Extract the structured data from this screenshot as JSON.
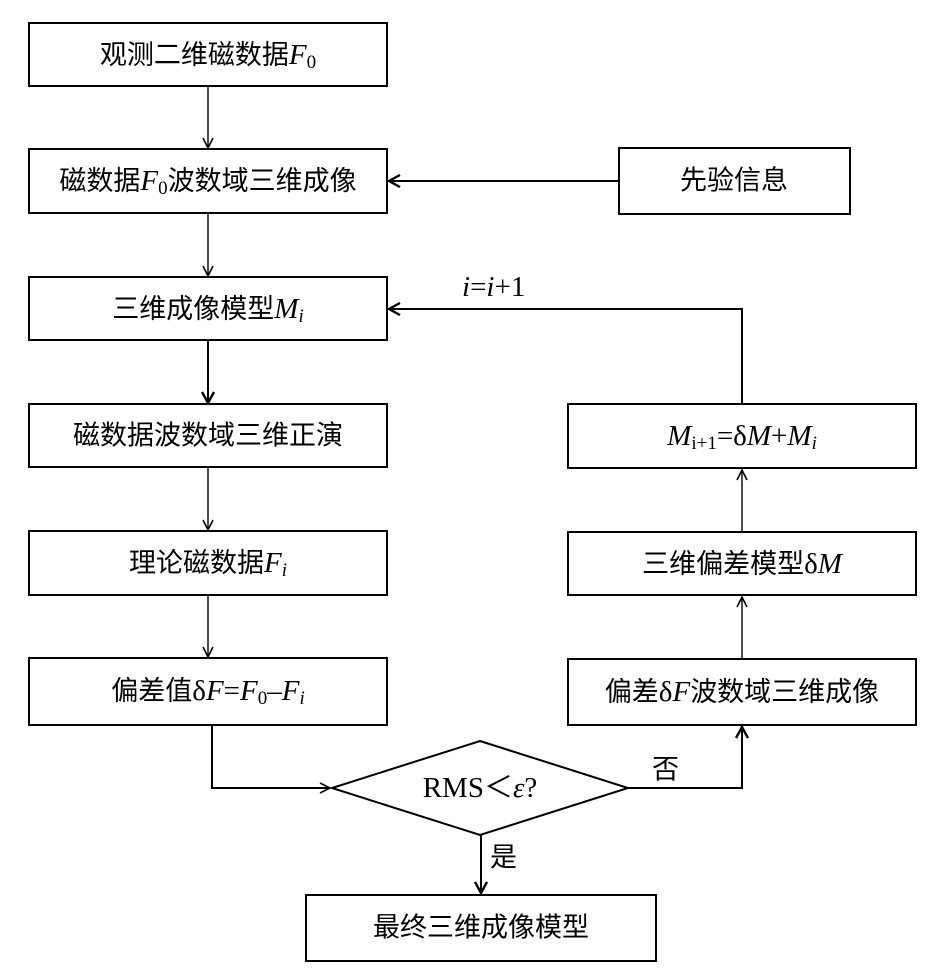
{
  "nodes": {
    "observe": {
      "text": "观测二维磁数据",
      "var": "F",
      "sub": "0"
    },
    "imaging": {
      "pre": "磁数据",
      "var": "F",
      "sub": "0",
      "post": "波数域三维成像"
    },
    "prior": {
      "text": "先验信息"
    },
    "model": {
      "text": "三维成像模型",
      "var": "M",
      "sub": "i"
    },
    "forward": {
      "text": "磁数据波数域三维正演"
    },
    "theory": {
      "text": "理论磁数据",
      "var": "F",
      "sub": "i"
    },
    "residual": {
      "text": "偏差值",
      "d": "δ",
      "v1": "F",
      "eq": "=",
      "v2": "F",
      "s2": "0",
      "minus": "–",
      "v3": "F",
      "s3": "i"
    },
    "decision": {
      "text": "RMS＜",
      "var": "ε",
      "q": "?"
    },
    "final": {
      "text": "最终三维成像模型"
    },
    "dev_imaging": {
      "pre": "偏差",
      "d": "δ",
      "var": "F",
      "post": "波数域三维成像"
    },
    "dev_model": {
      "text": "三维偏差模型",
      "d": "δ",
      "var": "M"
    },
    "update": {
      "v1": "M",
      "s1": "i+1",
      "eq": "=δ",
      "v2": "M",
      "plus": "+",
      "v3": "M",
      "s3": "i"
    }
  },
  "edges": {
    "iter_label": {
      "v1": "i",
      "eq": "=",
      "v2": "i",
      "tail": "+1"
    },
    "no_label": "否",
    "yes_label": "是"
  }
}
